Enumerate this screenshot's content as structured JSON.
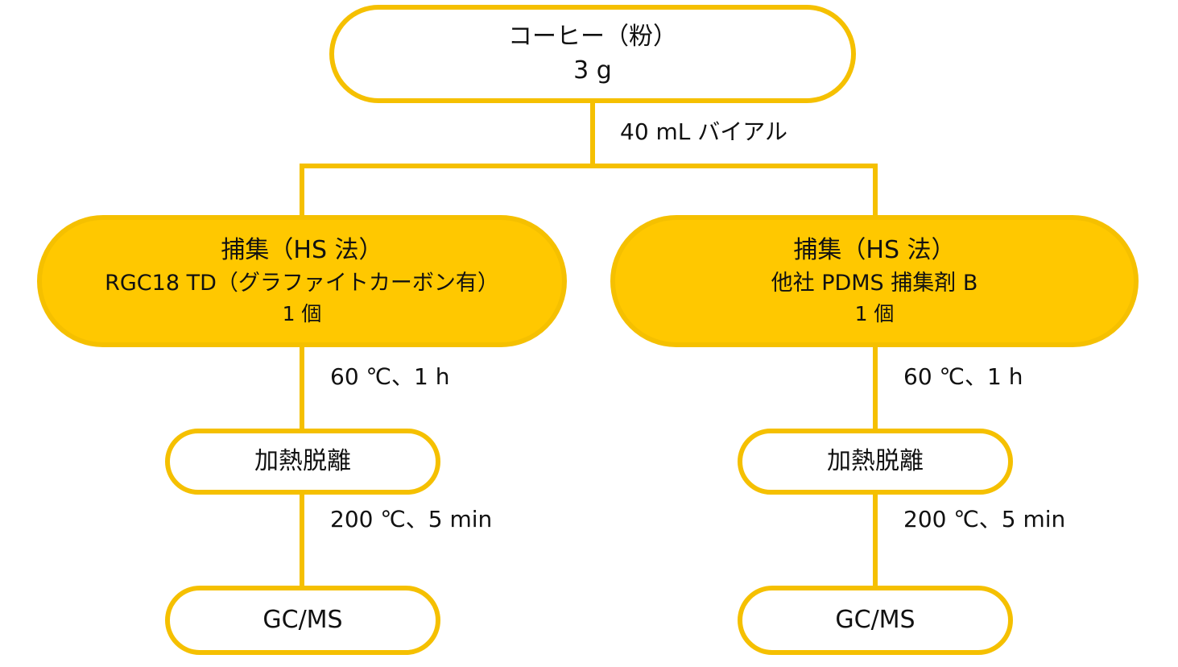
{
  "top": {
    "line1": "コーヒー（粉）",
    "line2": "3 g"
  },
  "vial_label": "40 mL バイアル",
  "left": {
    "capture": {
      "line1": "捕集（HS 法）",
      "line2": "RGC18 TD（グラファイトカーボン有）",
      "line3": "1 個"
    },
    "cond1": "60 ℃、1 h",
    "desorb": "加熱脱離",
    "cond2": "200 ℃、5 min",
    "analysis": "GC/MS"
  },
  "right": {
    "capture": {
      "line1": "捕集（HS 法）",
      "line2": "他社 PDMS 捕集剤 B",
      "line3": "1 個"
    },
    "cond1": "60 ℃、1 h",
    "desorb": "加熱脱離",
    "cond2": "200 ℃、5 min",
    "analysis": "GC/MS"
  },
  "colors": {
    "accent": "#f5c000",
    "fill": "#ffc800"
  }
}
